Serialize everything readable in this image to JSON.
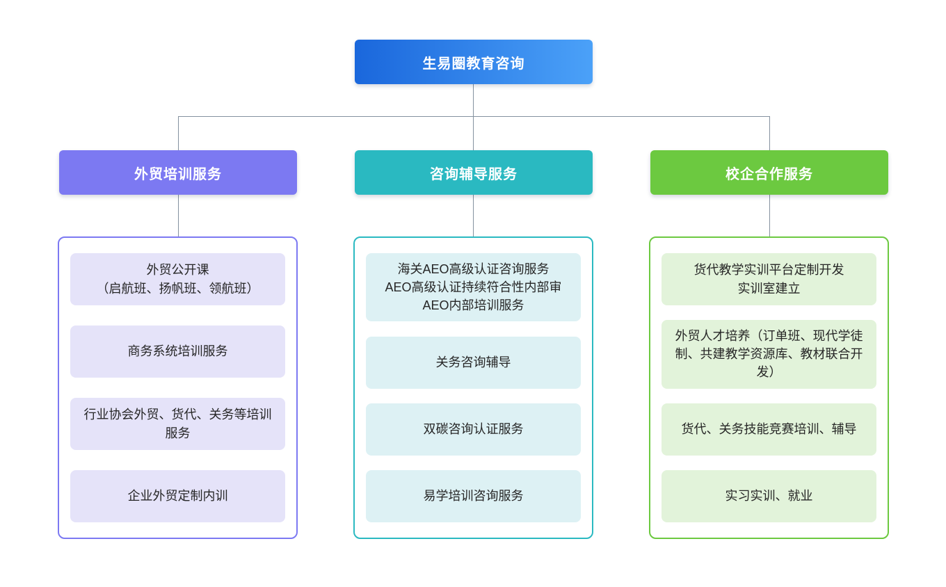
{
  "root": {
    "label": "生易圈教育咨询"
  },
  "branches": [
    {
      "label": "外贸培训服务",
      "items": [
        "外贸公开课\n（启航班、扬帆班、领航班）",
        "商务系统培训服务",
        "行业协会外贸、货代、关务等培训服务",
        "企业外贸定制内训"
      ]
    },
    {
      "label": "咨询辅导服务",
      "items": [
        "海关AEO高级认证咨询服务\nAEO高级认证持续符合性内部审\nAEO内部培训服务",
        "关务咨询辅导",
        "双碳咨询认证服务",
        "易学培训咨询服务"
      ]
    },
    {
      "label": "校企合作服务",
      "items": [
        "货代教学实训平台定制开发\n实训室建立",
        "外贸人才培养（订单班、现代学徒制、共建教学资源库、教材联合开发）",
        "货代、关务技能竞赛培训、辅导",
        "实习实训、就业"
      ]
    }
  ],
  "colors": {
    "root_gradient_start": "#1a67dc",
    "root_gradient_end": "#4ba1f8",
    "branch_1_accent": "#7c79f2",
    "branch_1_item_bg": "#e5e3f9",
    "branch_2_accent": "#2ab9c1",
    "branch_2_item_bg": "#ddf1f4",
    "branch_3_accent": "#6cc940",
    "branch_3_item_bg": "#e2f3da",
    "connector_line": "#84919f"
  }
}
